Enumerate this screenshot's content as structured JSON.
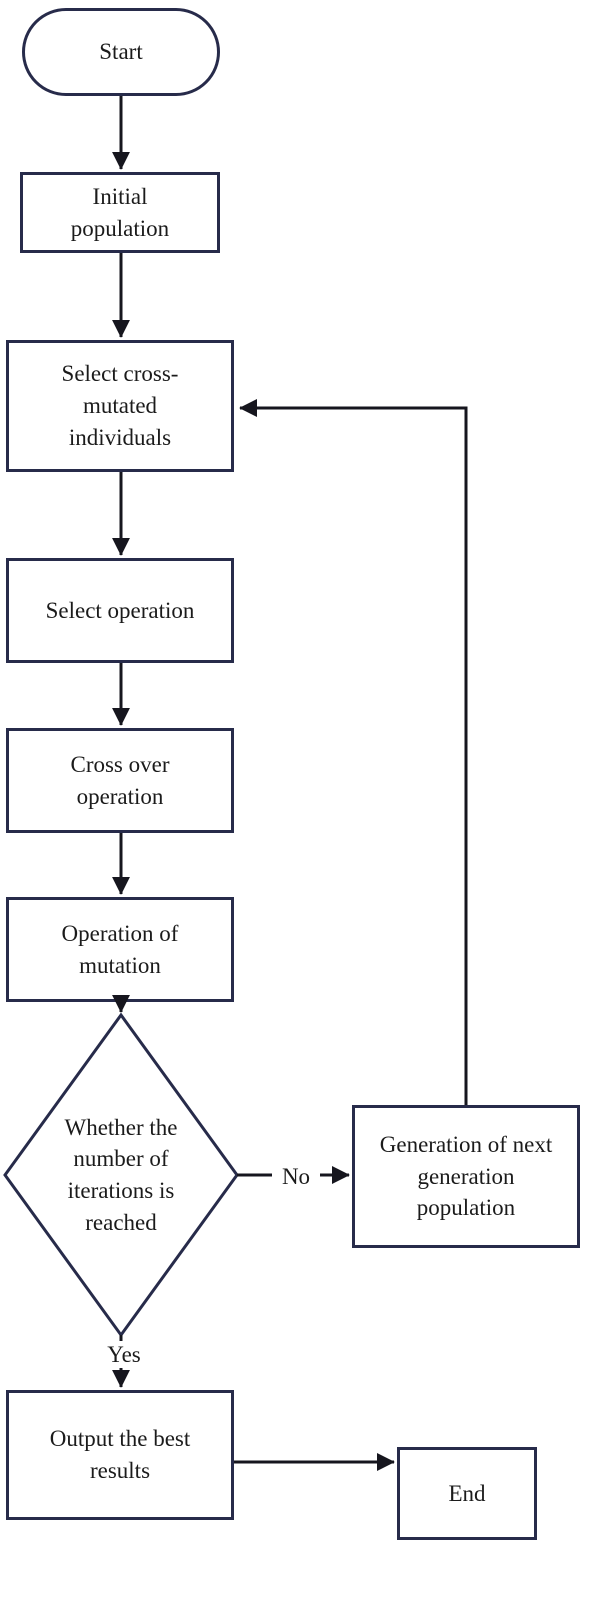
{
  "nodes": {
    "start": "Start",
    "initial_population": "Initial population",
    "select_cross_mutated": "Select cross-mutated individuals",
    "select_operation": "Select operation",
    "cross_over": "Cross over operation",
    "mutation": "Operation of mutation",
    "decision": "Whether the number of iterations is reached",
    "next_generation": "Generation of next generation population",
    "output": "Output the best results",
    "end": "End"
  },
  "edge_labels": {
    "no": "No",
    "yes": "Yes"
  },
  "colors": {
    "node_border": "#272b4a",
    "connector": "#16161e",
    "text": "#1b1b1b",
    "background": "#ffffff"
  }
}
